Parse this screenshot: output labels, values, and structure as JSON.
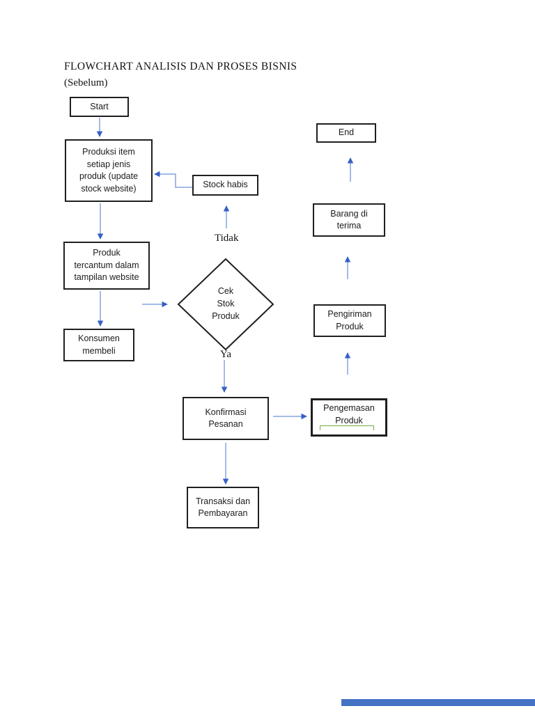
{
  "header": {
    "title": "FLOWCHART ANALISIS DAN PROSES BISNIS",
    "subtitle": "(Sebelum)"
  },
  "nodes": {
    "start": {
      "label": "Start"
    },
    "produksi": {
      "label": "Produksi item\nsetiap jenis\nproduk (update\nstock website)"
    },
    "stock_habis": {
      "label": "Stock habis"
    },
    "produk_tercantum": {
      "label": "Produk\ntercantum dalam\ntampilan website"
    },
    "konsumen": {
      "label": "Konsumen\nmembeli"
    },
    "cek_stok": {
      "label": "Cek\nStok\nProduk"
    },
    "konfirmasi": {
      "label": "Konfirmasi\nPesanan"
    },
    "transaksi": {
      "label": "Transaksi dan\nPembayaran"
    },
    "pengemasan": {
      "label": "Pengemasan\nProduk"
    },
    "pengiriman": {
      "label": "Pengiriman\nProduk"
    },
    "barang_diterima": {
      "label": "Barang di\nterima"
    },
    "end": {
      "label": "End"
    }
  },
  "branch_labels": {
    "tidak": "Tidak",
    "ya": "Ya"
  },
  "colors": {
    "box_border": "#1f1f1f",
    "arrow_line": "#85a2de",
    "arrow_head": "#3560c4",
    "green_bracket": "#70ad47",
    "bottom_bar": "#4472c4"
  }
}
